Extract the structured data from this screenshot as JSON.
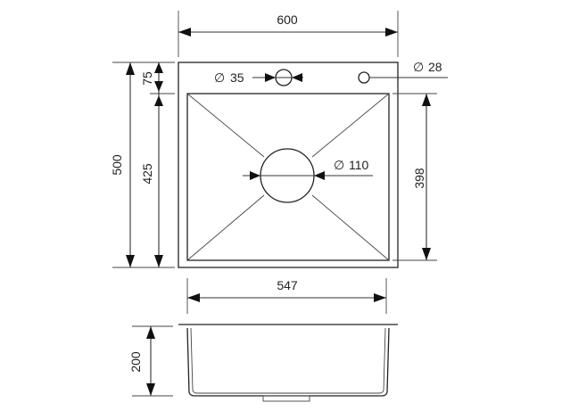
{
  "drawing": {
    "dims": {
      "overall_width": "600",
      "overall_depth": "500",
      "deck_depth": "75",
      "bowl_depth_top": "425",
      "tap_hole_diameter": "35",
      "extra_hole_diameter": "28",
      "drain_diameter": "110",
      "bowl_length_side": "398",
      "bowl_width": "547",
      "bowl_height": "200"
    },
    "symbols": {
      "diameter": "∅"
    }
  }
}
